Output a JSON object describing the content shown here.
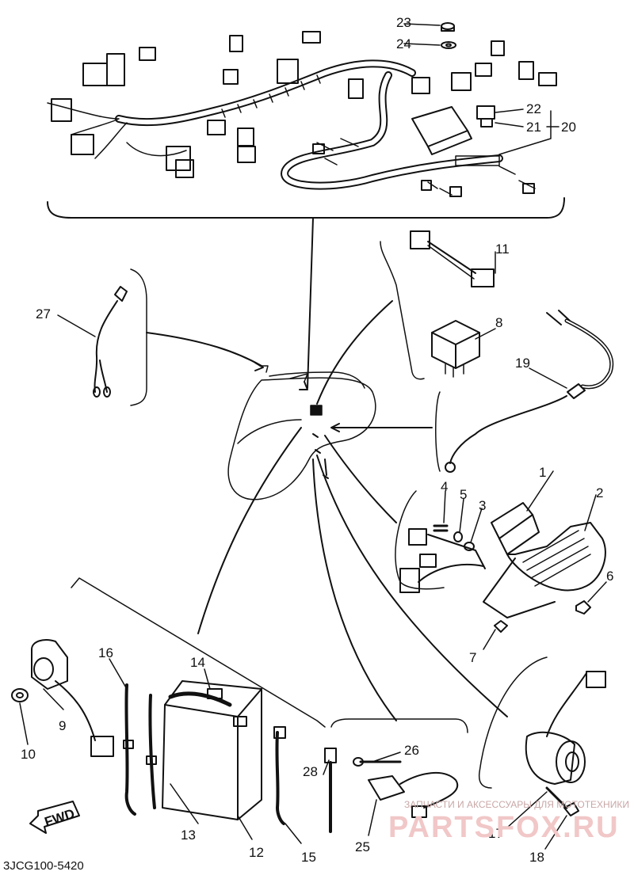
{
  "diagram": {
    "drawing_code": "3JCG100-5420",
    "fwd_label": "FWD",
    "watermark_text": "ЗАПЧАСТИ И АКСЕССУАРЫ ДЛЯ МОТОТЕХНИКИ",
    "watermark_brand": "PARTSFOX.RU",
    "line_color": "#111111",
    "watermark_color": "#e8b4b4",
    "callouts": [
      "1",
      "2",
      "3",
      "4",
      "5",
      "6",
      "7",
      "8",
      "9",
      "10",
      "11",
      "12",
      "13",
      "14",
      "15",
      "16",
      "17",
      "18",
      "19",
      "20",
      "21",
      "22",
      "23",
      "24",
      "25",
      "26",
      "27",
      "28"
    ]
  }
}
